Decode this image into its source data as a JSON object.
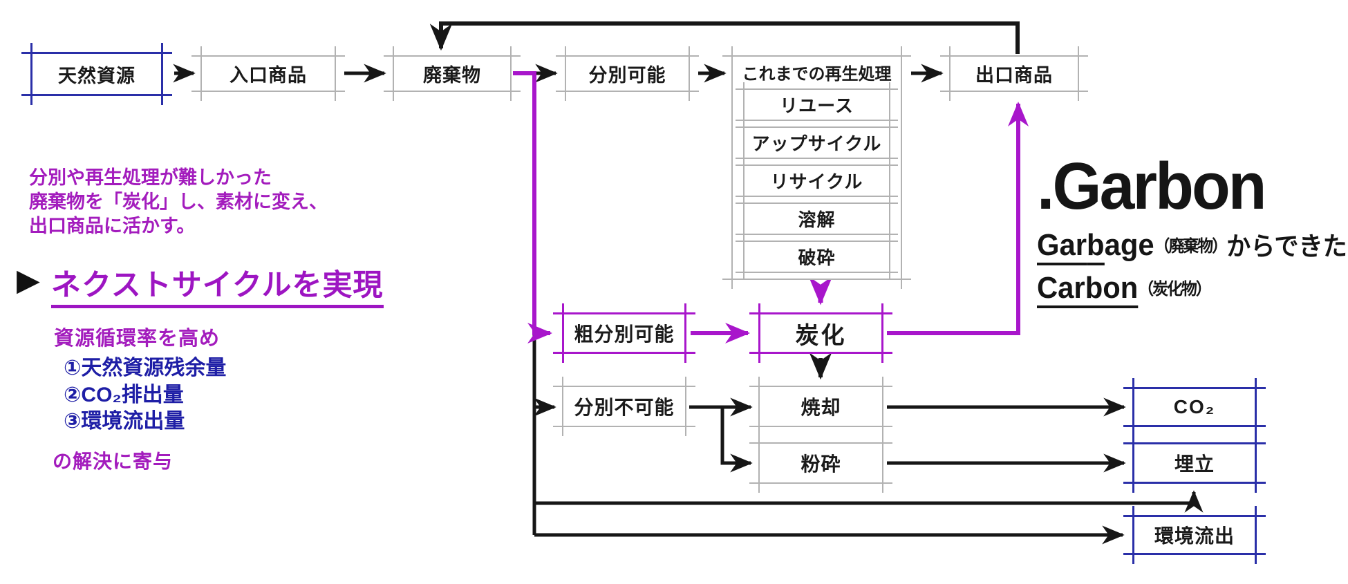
{
  "colors": {
    "purple_line": "#a816cb",
    "purple_text": "#a31cbd",
    "navy_text": "#1e1ea6",
    "blue_box_border": "#2a2fa8",
    "gray_box_border": "#b2b2b2",
    "black": "#161616"
  },
  "flow": {
    "natural_resource": "天然資源",
    "inlet_product": "入口商品",
    "waste": "廃棄物",
    "sortable": "分別可能",
    "recycling_header": "これまでの再生処理",
    "recycling_items": [
      "リユース",
      "アップサイクル",
      "リサイクル",
      "溶解",
      "破砕"
    ],
    "outlet_product": "出口商品",
    "coarse_sortable": "粗分別可能",
    "carbonization": "炭化",
    "unsortable": "分別不可能",
    "incineration": "焼却",
    "crushing": "粉砕",
    "co2": "CO₂",
    "landfill": "埋立",
    "env_outflow": "環境流出"
  },
  "left_panel": {
    "intro_line1": "分別や再生処理が難しかった",
    "intro_line2": "廃棄物を「炭化」し、素材に変え、",
    "intro_line3": "出口商品に活かす。",
    "headline_bullet": "▶",
    "headline": "ネクストサイクルを実現",
    "subhead": "資源循環率を高め",
    "goal1": "①天然資源残余量",
    "goal2": "②CO₂排出量",
    "goal3": "③環境流出量",
    "footer": "の解決に寄与"
  },
  "brand": {
    "logo": ".Garbon",
    "garbage_u1": "Gar",
    "garbage_u2": "b",
    "garbage_rest": "age",
    "garbage_paren": "（廃棄物）",
    "garbage_suffix": "からできた",
    "carbon_word": "Carbon",
    "carbon_paren": "（炭化物）"
  }
}
